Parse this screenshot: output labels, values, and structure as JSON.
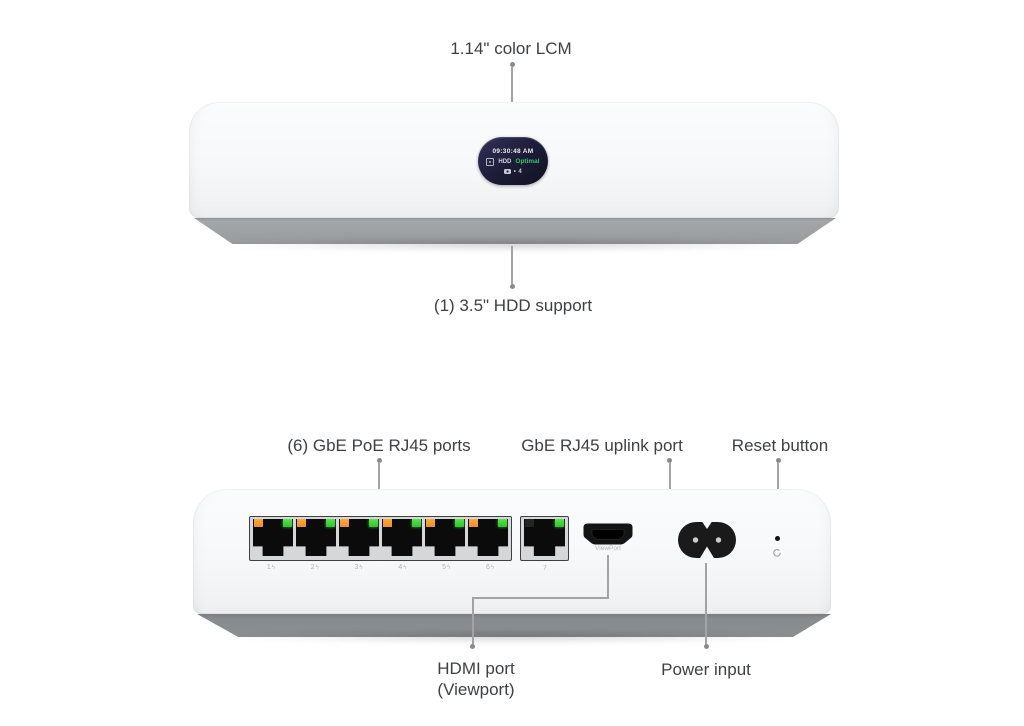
{
  "diagram": {
    "front_view": {
      "lcm_callout": "1.14\" color LCM",
      "hdd_callout": "(1) 3.5\" HDD support",
      "lcd": {
        "time": "09:30:48 AM",
        "hdd_label": "HDD",
        "hdd_status": "Optimal",
        "camera_separator": "•",
        "camera_count": "4"
      }
    },
    "back_view": {
      "poe_callout": "(6) GbE PoE RJ45 ports",
      "uplink_callout": "GbE RJ45 uplink port",
      "reset_callout": "Reset button",
      "hdmi_callout_line1": "HDMI port",
      "hdmi_callout_line2": "(Viewport)",
      "power_callout": "Power input",
      "viewport_port_label": "ViewPort",
      "poe_port_numbers": [
        "1",
        "2",
        "3",
        "4",
        "5",
        "6"
      ],
      "uplink_port_number": "7",
      "poe_bolt_glyph": "ϟ"
    },
    "icons": {
      "poe_bolt_icon": "lightning bolt glyph ϟ",
      "reset_cycle_icon": "circular restart arrow",
      "camera_icon": "camera body with lens",
      "hdd_icon": "drive outline with spindle"
    },
    "colors": {
      "led_orange": "#F09A33",
      "led_green": "#41D43C",
      "lcd_status_green": "#2FC76B",
      "lcd_background": "#1D1C38",
      "callout_line": "#A3A3A3",
      "callout_dot": "#8A8A8A",
      "label_text": "#3F4043",
      "device_base_front": "#9DA0A2",
      "device_base_back": "#8A8D8F"
    }
  }
}
